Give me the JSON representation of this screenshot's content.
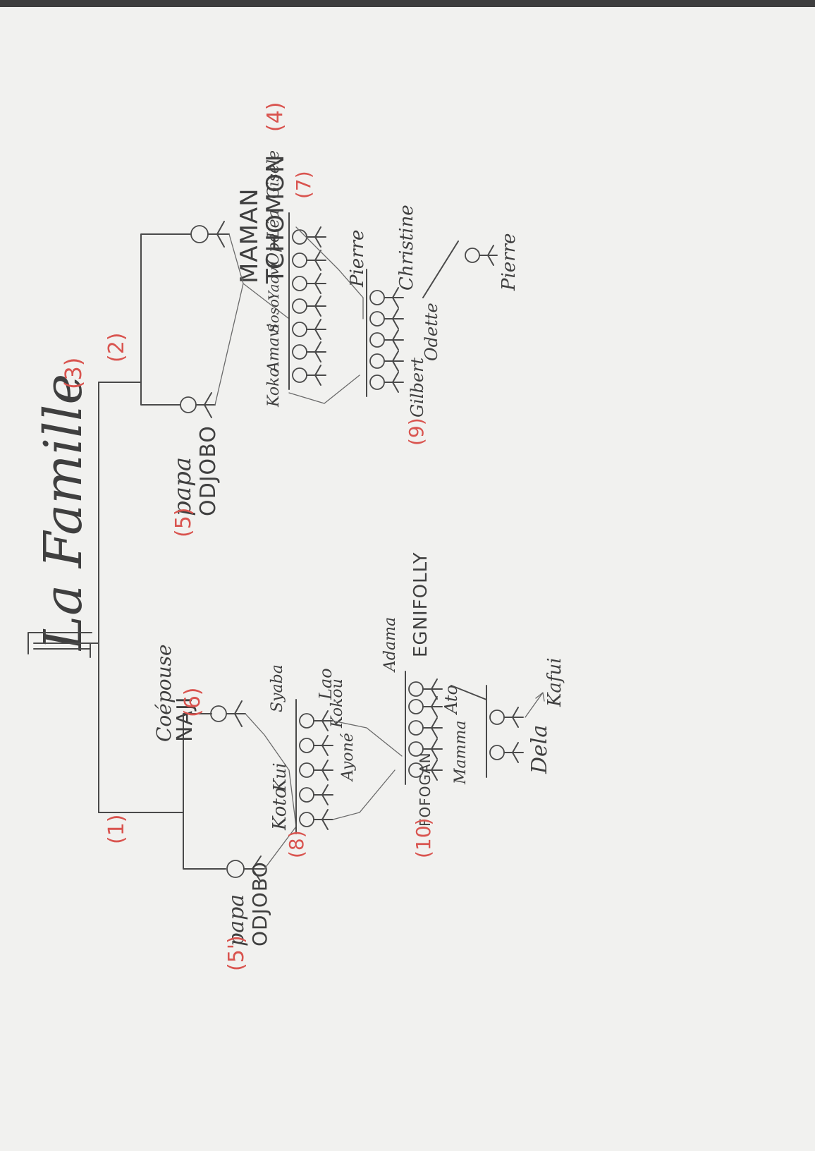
{
  "title": "La Famille",
  "marker_3": "(3)",
  "parents_right": {
    "marker": "(2)",
    "father": {
      "line1": "papa",
      "line2": "ODJOBO",
      "marker": "(5)"
    },
    "mother": {
      "line1": "MAMAN",
      "line2": "TCHOMON",
      "marker": "(4)"
    }
  },
  "children_right": {
    "labels": [
      "Koko",
      "Amavi",
      "Soso",
      "Yaovi",
      "Ope",
      "Léa",
      "Gisèle"
    ],
    "marker": "(7)",
    "inlaw": "Pierre"
  },
  "grandchildren_right": {
    "labels": [
      "Gilbert",
      "Odette",
      "Christine"
    ],
    "marker": "(9)",
    "inlaw": "Pierre"
  },
  "parents_left": {
    "marker": "(1)",
    "father": {
      "line1": "papa",
      "line2": "ODJOBO",
      "marker": "(5')"
    },
    "mother": {
      "line1": "Coépouse",
      "line2": "NAJI",
      "marker": "(6)"
    }
  },
  "children_left": {
    "labels": [
      "Koto",
      "Kui",
      "Ayoné",
      "Kokou",
      "Lao"
    ],
    "spouse": "Syaba",
    "marker": "(8)"
  },
  "grandchildren_left": {
    "labels": [
      "FOFOGAN",
      "Mamma",
      "Ato",
      "Adama"
    ],
    "name": "EGNIFOLLY",
    "marker": "(10)",
    "child1": "Dela",
    "child2": "Kafui"
  },
  "colors": {
    "ink": "#4a4a4a",
    "marker": "#d9544f",
    "paper": "#f1f1ef"
  }
}
